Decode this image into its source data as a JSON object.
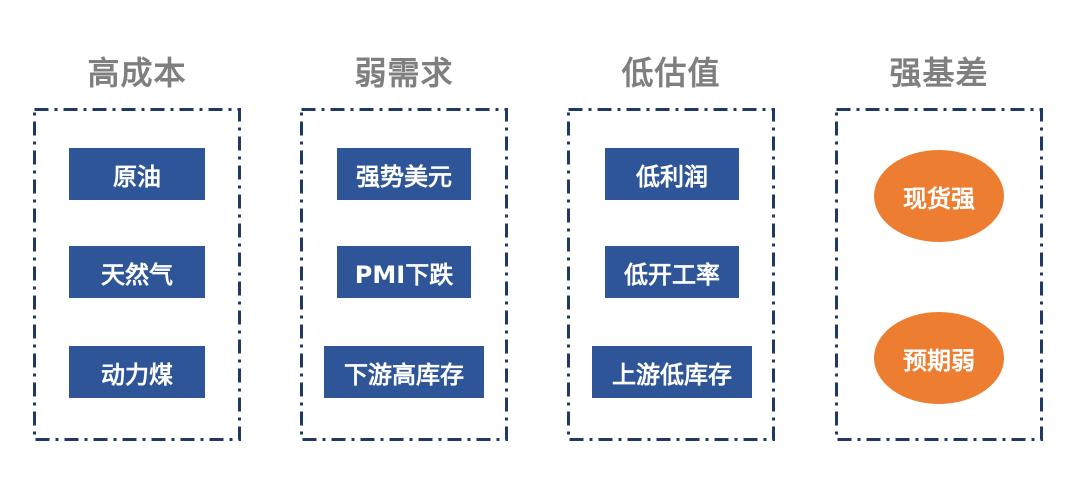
{
  "columns": [
    {
      "title": "高成本",
      "items": [
        "原油",
        "天然气",
        "动力煤"
      ]
    },
    {
      "title": "弱需求",
      "items": [
        "强势美元",
        "PMI下跌",
        "下游高库存"
      ]
    },
    {
      "title": "低估值",
      "items": [
        "低利润",
        "低开工率",
        "上游低库存"
      ]
    },
    {
      "title": "强基差",
      "items": [
        "现货强",
        "预期弱"
      ]
    }
  ],
  "colors": {
    "title": "#7f7f7f",
    "border": "#1f3864",
    "box": "#2e5597",
    "oval": "#ed7d31"
  }
}
